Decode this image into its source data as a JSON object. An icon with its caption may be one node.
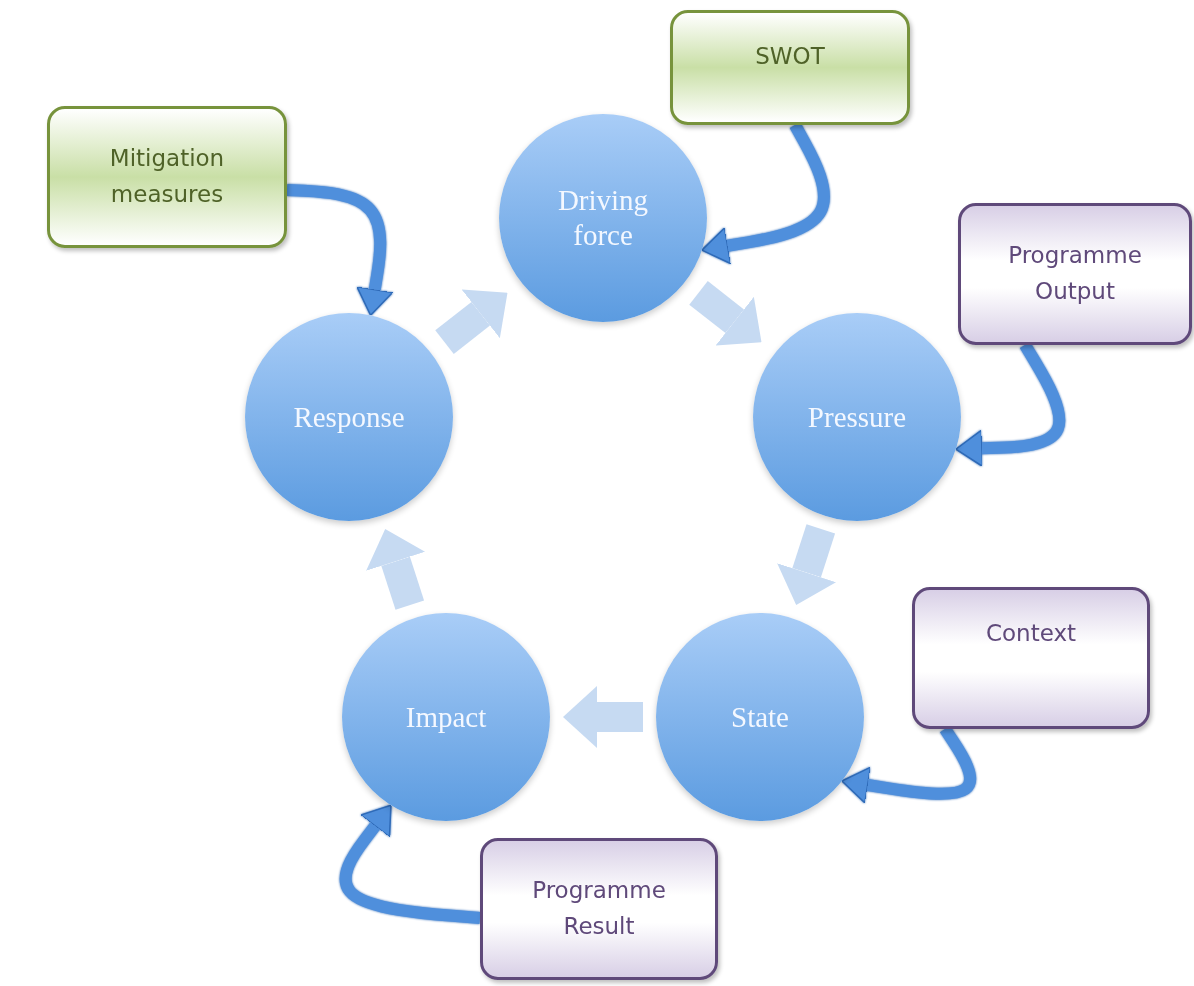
{
  "diagram": {
    "nodes": [
      {
        "text": [
          "SWOT"
        ]
      },
      {
        "text": [
          "Mitigation measures"
        ]
      },
      {
        "text": [
          "Driving force"
        ]
      },
      {
        "text": [
          "Programme Output"
        ]
      },
      {
        "text": [
          "Response"
        ]
      },
      {
        "text": [
          "Pressure"
        ]
      },
      {
        "text": [
          "Context"
        ]
      },
      {
        "text": [
          "Impact"
        ]
      },
      {
        "text": [
          "State"
        ]
      },
      {
        "text": [
          "Programme Result"
        ]
      }
    ],
    "edges": [
      {
        "from": 2,
        "to": 5,
        "arrow": "to",
        "style": "thick",
        "color": "#c6daf2"
      },
      {
        "from": 5,
        "to": 8,
        "arrow": "to",
        "style": "thick",
        "color": "#c6daf2"
      },
      {
        "from": 8,
        "to": 7,
        "arrow": "to",
        "style": "thick",
        "color": "#c6daf2"
      },
      {
        "from": 7,
        "to": 4,
        "arrow": "to",
        "style": "thick",
        "color": "#c6daf2"
      },
      {
        "from": 4,
        "to": 2,
        "arrow": "to",
        "style": "thick",
        "color": "#c6daf2"
      },
      {
        "from": 0,
        "to": 2,
        "arrow": "to",
        "color": "#4f8fdc"
      },
      {
        "from": 1,
        "to": 4,
        "arrow": "to",
        "color": "#4f8fdc"
      },
      {
        "from": 3,
        "to": 5,
        "arrow": "to",
        "color": "#4f8fdc"
      },
      {
        "from": 6,
        "to": 8,
        "arrow": "to",
        "color": "#4f8fdc"
      },
      {
        "from": 9,
        "to": 7,
        "arrow": "to",
        "color": "#4f8fdc"
      }
    ]
  }
}
